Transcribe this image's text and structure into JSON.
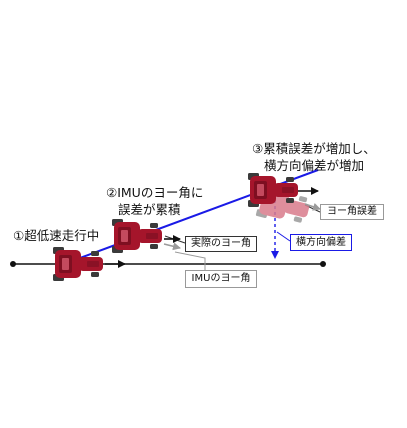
{
  "steps": {
    "step1": "①超低速走行中",
    "step2_line1": "②IMUのヨー角に",
    "step2_line2": "誤差が累積",
    "step3_line1": "③累積誤差が増加し、",
    "step3_line2": "横方向偏差が増加"
  },
  "labels": {
    "actual_yaw": "実際のヨー角",
    "imu_yaw": "IMUのヨー角",
    "yaw_error": "ヨー角誤差",
    "lateral_deviation": "横方向偏差"
  },
  "colors": {
    "tractor_body": "#a5152b",
    "tractor_body_ghost": "#d97b8b",
    "actual_path": "#111111",
    "imu_path": "#1a1ae6",
    "gray_arrow": "#9a9a9a",
    "lateral_marker": "#1a1ae6"
  }
}
